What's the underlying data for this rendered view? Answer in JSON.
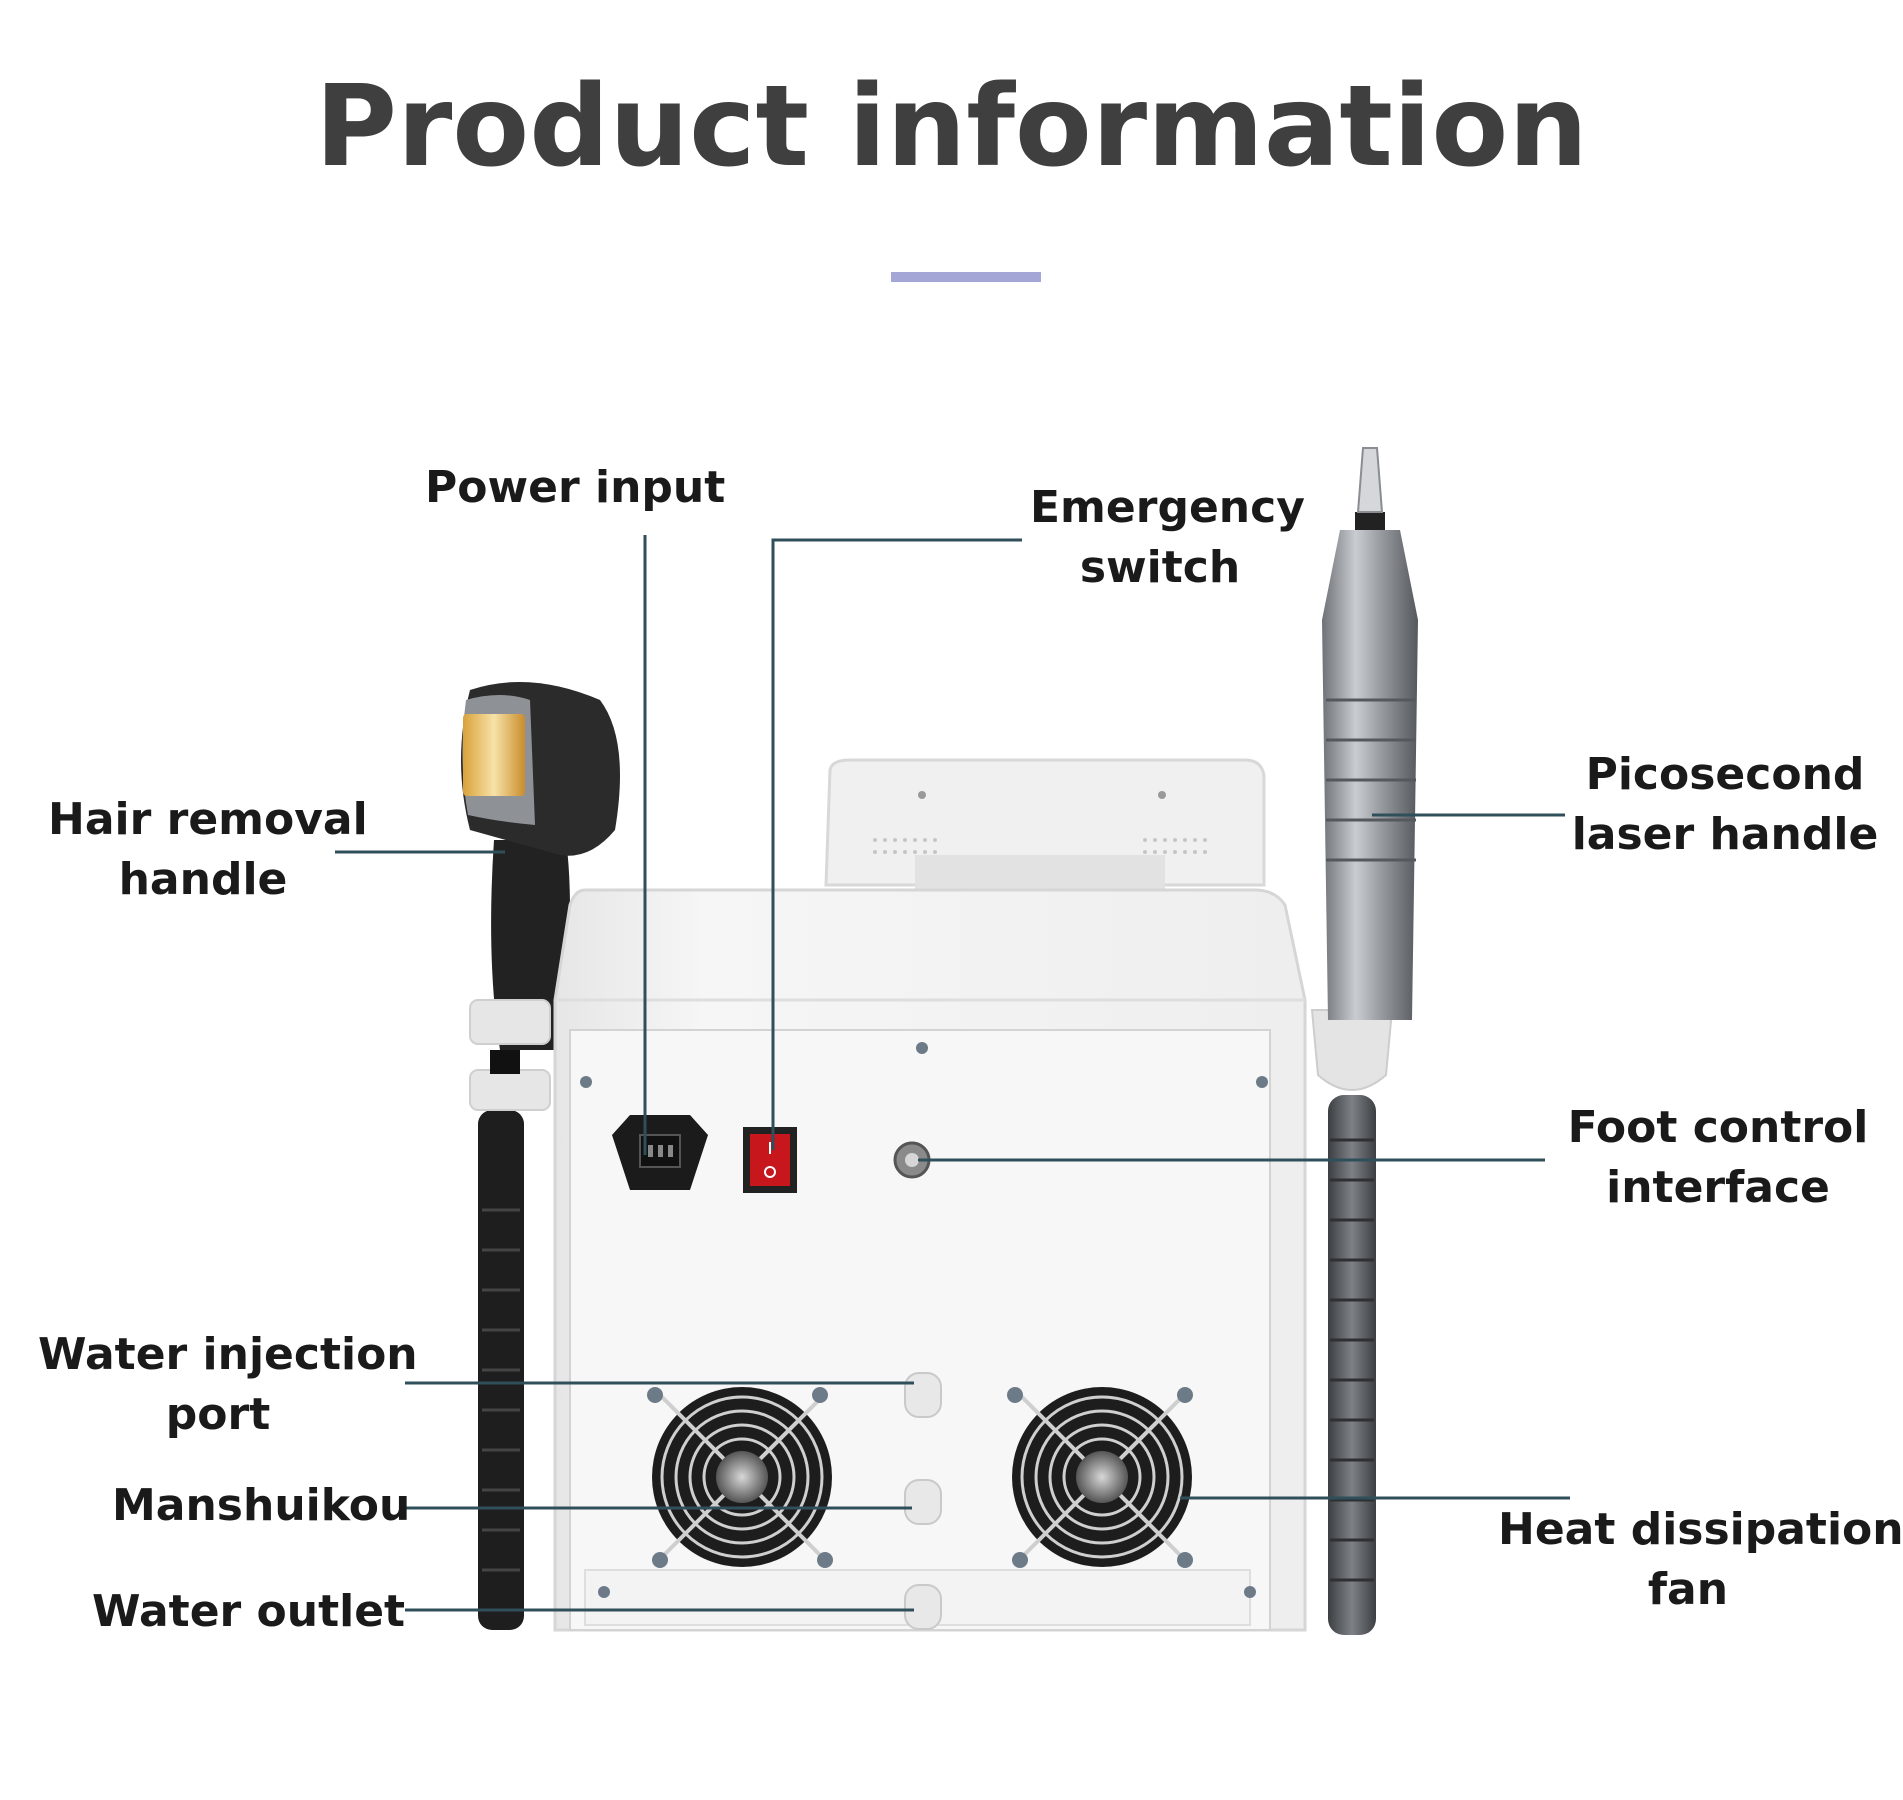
{
  "title": "Product information",
  "colors": {
    "title": "#3f3f3f",
    "accent_rule": "#a4a6d6",
    "callout_line": "#2f4f5a",
    "label_text": "#1a1a1a",
    "machine_body": "#f2f2f2",
    "switch_red": "#c8161d"
  },
  "labels": {
    "power_input": [
      "Power input"
    ],
    "emergency_switch": [
      "Emergency",
      "switch"
    ],
    "hair_removal_handle": [
      "Hair removal",
      "handle"
    ],
    "picosecond_laser_handle": [
      "Picosecond",
      "laser handle"
    ],
    "foot_control_interface": [
      "Foot control",
      "interface"
    ],
    "water_injection_port": [
      "Water injection",
      "port"
    ],
    "manshuikou": [
      "Manshuikou"
    ],
    "water_outlet": [
      "Water outlet"
    ],
    "heat_dissipation_fan": [
      "Heat dissipation",
      "fan"
    ]
  }
}
